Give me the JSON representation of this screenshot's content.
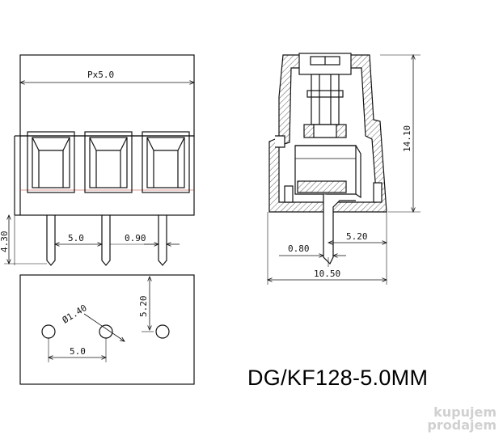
{
  "part_number": "DG/KF128-5.0MM",
  "dimensions": {
    "pitch_total": "Px5.0",
    "pin_length": "4.30",
    "pin_spacing": "5.0",
    "pin_width": "0.90",
    "height": "14.10",
    "pin_thickness": "0.80",
    "pin_offset": "5.20",
    "depth": "10.50",
    "hole_diameter": "Ø1.40",
    "hole_offset": "5.20",
    "hole_spacing": "5.0"
  },
  "watermark": {
    "line1": "kupujem",
    "line2": "prodajem"
  },
  "colors": {
    "line": "#111111",
    "hatch": "#333333",
    "accent_red": "#c0392b"
  }
}
